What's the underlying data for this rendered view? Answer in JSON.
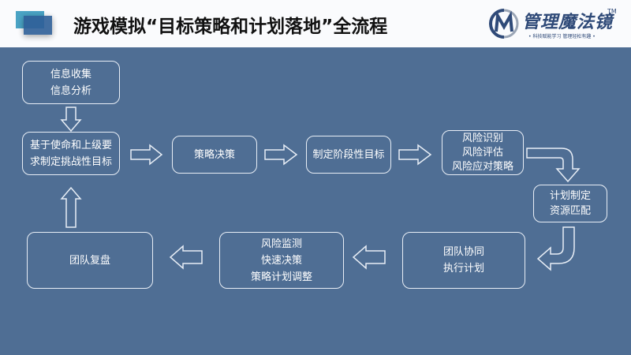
{
  "header": {
    "title": "游戏模拟“目标策略和计划落地”全流程",
    "brand": {
      "name": "管理魔法镜",
      "tm": "TM",
      "subtitle": "• 科技赋能学习  管理轻松有趣 •"
    }
  },
  "steps": [
    {
      "lines": [
        "信息收集",
        "信息分析"
      ]
    },
    {
      "lines": [
        "基于使命和上级要",
        "求制定挑战性目标"
      ]
    },
    {
      "lines": [
        "策略决策"
      ]
    },
    {
      "lines": [
        "制定阶段性目标"
      ]
    },
    {
      "lines": [
        "风险识别",
        "风险评估",
        "风险应对策略"
      ]
    },
    {
      "lines": [
        "计划制定",
        "资源匹配"
      ]
    },
    {
      "lines": [
        "团队协同",
        "执行计划"
      ]
    },
    {
      "lines": [
        "风险监测",
        "快速决策",
        "策略计划调整"
      ]
    },
    {
      "lines": [
        "团队复盘"
      ]
    }
  ],
  "colors": {
    "background": "#4f6e94",
    "stroke": "#e8eef6"
  }
}
